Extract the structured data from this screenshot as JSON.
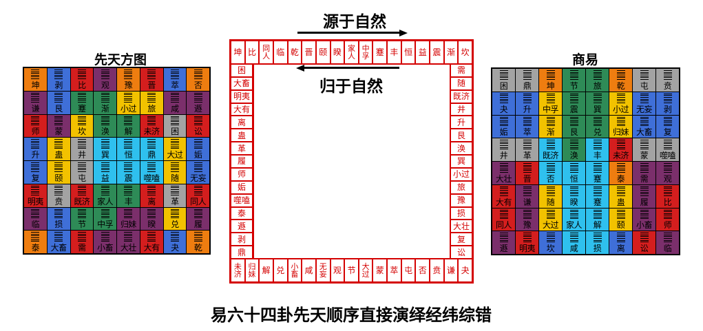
{
  "left_title": "先天方图",
  "right_title": "商易",
  "top_caption": "源于自然",
  "inner_caption": "归于自然",
  "bottom_title": "易六十四卦先天顺序直接演绎经纬综错",
  "palette": {
    "purple": "#7b2f6b",
    "blue": "#3f6fd8",
    "red": "#d41e1e",
    "orange": "#ee7d10",
    "yellow": "#f2c200",
    "green": "#2e8b57",
    "grey": "#a3a3a3",
    "cyan": "#2fc0ee"
  },
  "frame_color": "#d40000",
  "left_grid": [
    [
      [
        "坤",
        "orange"
      ],
      [
        "剥",
        "blue"
      ],
      [
        "比",
        "red"
      ],
      [
        "观",
        "purple"
      ],
      [
        "豫",
        "orange"
      ],
      [
        "晋",
        "red"
      ],
      [
        "萃",
        "blue"
      ],
      [
        "否",
        "orange"
      ]
    ],
    [
      [
        "谦",
        "purple"
      ],
      [
        "艮",
        "blue"
      ],
      [
        "蹇",
        "green"
      ],
      [
        "渐",
        "green"
      ],
      [
        "小过",
        "yellow"
      ],
      [
        "旅",
        "yellow"
      ],
      [
        "咸",
        "purple"
      ],
      [
        "遯",
        "purple"
      ]
    ],
    [
      [
        "师",
        "red"
      ],
      [
        "蒙",
        "purple"
      ],
      [
        "坎",
        "yellow"
      ],
      [
        "涣",
        "green"
      ],
      [
        "解",
        "green"
      ],
      [
        "未济",
        "red"
      ],
      [
        "困",
        "grey"
      ],
      [
        "讼",
        "red"
      ]
    ],
    [
      [
        "升",
        "blue"
      ],
      [
        "蛊",
        "yellow"
      ],
      [
        "井",
        "grey"
      ],
      [
        "巽",
        "cyan"
      ],
      [
        "恒",
        "cyan"
      ],
      [
        "鼎",
        "cyan"
      ],
      [
        "大过",
        "yellow"
      ],
      [
        "姤",
        "blue"
      ]
    ],
    [
      [
        "复",
        "blue"
      ],
      [
        "颐",
        "yellow"
      ],
      [
        "屯",
        "grey"
      ],
      [
        "益",
        "cyan"
      ],
      [
        "震",
        "cyan"
      ],
      [
        "噬嗑",
        "cyan"
      ],
      [
        "随",
        "yellow"
      ],
      [
        "无妄",
        "blue"
      ]
    ],
    [
      [
        "明夷",
        "red"
      ],
      [
        "贲",
        "grey"
      ],
      [
        "既济",
        "red"
      ],
      [
        "家人",
        "green"
      ],
      [
        "丰",
        "green"
      ],
      [
        "离",
        "red"
      ],
      [
        "革",
        "grey"
      ],
      [
        "同人",
        "red"
      ]
    ],
    [
      [
        "临",
        "purple"
      ],
      [
        "损",
        "blue"
      ],
      [
        "节",
        "green"
      ],
      [
        "中孚",
        "green"
      ],
      [
        "归妹",
        "purple"
      ],
      [
        "睽",
        "purple"
      ],
      [
        "兑",
        "yellow"
      ],
      [
        "履",
        "purple"
      ]
    ],
    [
      [
        "泰",
        "orange"
      ],
      [
        "大畜",
        "blue"
      ],
      [
        "需",
        "red"
      ],
      [
        "小畜",
        "purple"
      ],
      [
        "大壮",
        "purple"
      ],
      [
        "大有",
        "red"
      ],
      [
        "夬",
        "blue"
      ],
      [
        "乾",
        "orange"
      ]
    ]
  ],
  "right_grid": [
    [
      [
        "困",
        "grey"
      ],
      [
        "鼎",
        "grey"
      ],
      [
        "坤",
        "orange"
      ],
      [
        "节",
        "green"
      ],
      [
        "旅",
        "green"
      ],
      [
        "乾",
        "orange"
      ],
      [
        "屯",
        "grey"
      ],
      [
        "贲",
        "grey"
      ]
    ],
    [
      [
        "夬",
        "blue"
      ],
      [
        "升",
        "blue"
      ],
      [
        "中孚",
        "yellow"
      ],
      [
        "震",
        "green"
      ],
      [
        "巽",
        "green"
      ],
      [
        "小过",
        "yellow"
      ],
      [
        "无妄",
        "blue"
      ],
      [
        "剥",
        "blue"
      ]
    ],
    [
      [
        "姤",
        "blue"
      ],
      [
        "萃",
        "blue"
      ],
      [
        "渐",
        "yellow"
      ],
      [
        "艮",
        "green"
      ],
      [
        "兑",
        "green"
      ],
      [
        "归妹",
        "yellow"
      ],
      [
        "大畜",
        "blue"
      ],
      [
        "复",
        "blue"
      ]
    ],
    [
      [
        "井",
        "grey"
      ],
      [
        "革",
        "grey"
      ],
      [
        "既济",
        "cyan"
      ],
      [
        "涣",
        "green"
      ],
      [
        "丰",
        "cyan"
      ],
      [
        "未济",
        "red"
      ],
      [
        "蒙",
        "grey"
      ],
      [
        "噬嗑",
        "grey"
      ]
    ],
    [
      [
        "大壮",
        "purple"
      ],
      [
        "晋",
        "red"
      ],
      [
        "否",
        "cyan"
      ],
      [
        "恒",
        "cyan"
      ],
      [
        "蹇",
        "cyan"
      ],
      [
        "泰",
        "orange"
      ],
      [
        "需",
        "purple"
      ],
      [
        "观",
        "purple"
      ]
    ],
    [
      [
        "大有",
        "red"
      ],
      [
        "谦",
        "purple"
      ],
      [
        "随",
        "yellow"
      ],
      [
        "睽",
        "cyan"
      ],
      [
        "蹇",
        "cyan"
      ],
      [
        "蛊",
        "yellow"
      ],
      [
        "履",
        "purple"
      ],
      [
        "比",
        "red"
      ]
    ],
    [
      [
        "同人",
        "red"
      ],
      [
        "豫",
        "purple"
      ],
      [
        "大过",
        "yellow"
      ],
      [
        "家人",
        "cyan"
      ],
      [
        "解",
        "cyan"
      ],
      [
        "颐",
        "yellow"
      ],
      [
        "小畜",
        "purple"
      ],
      [
        "师",
        "red"
      ]
    ],
    [
      [
        "遯",
        "purple"
      ],
      [
        "明夷",
        "red"
      ],
      [
        "坎",
        "blue"
      ],
      [
        "咸",
        "cyan"
      ],
      [
        "损",
        "cyan"
      ],
      [
        "离",
        "blue"
      ],
      [
        "讼",
        "red"
      ],
      [
        "临",
        "purple"
      ]
    ]
  ],
  "ring": {
    "top": [
      "坤",
      "比",
      "同人",
      "临",
      "乾",
      "晋",
      "颐",
      "睽",
      "家人",
      "中孚",
      "蹇",
      "丰",
      "恒",
      "益",
      "震",
      "渐",
      "坎"
    ],
    "left": [
      "困",
      "大畜",
      "明夷",
      "大有",
      "离",
      "蛊",
      "革",
      "履",
      "师",
      "姤",
      "噬嗑",
      "泰",
      "遯",
      "剥",
      "鼎"
    ],
    "right": [
      "需",
      "随",
      "既济",
      "井",
      "升",
      "艮",
      "涣",
      "巽",
      "小过",
      "旅",
      "豫",
      "损",
      "大壮",
      "复",
      "讼"
    ],
    "bottom": [
      "未济",
      "归妹",
      "解",
      "兑",
      "小畜",
      "咸",
      "无妄",
      "观",
      "节",
      "大过",
      "蒙",
      "萃",
      "屯",
      "否",
      "贲",
      "谦",
      "夬"
    ]
  }
}
